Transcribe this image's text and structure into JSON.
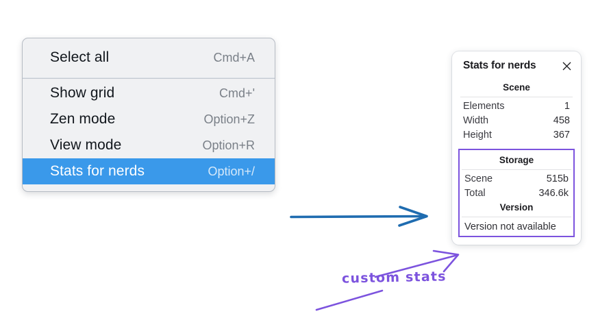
{
  "context_menu": {
    "name": "canvas-context-menu",
    "sections": [
      {
        "items": [
          {
            "label": "Select all",
            "shortcut": "Cmd+A",
            "selected": false
          }
        ]
      },
      {
        "items": [
          {
            "label": "Show grid",
            "shortcut": "Cmd+'",
            "selected": false
          },
          {
            "label": "Zen mode",
            "shortcut": "Option+Z",
            "selected": false
          },
          {
            "label": "View mode",
            "shortcut": "Option+R",
            "selected": false
          },
          {
            "label": "Stats for nerds",
            "shortcut": "Option+/",
            "selected": true
          }
        ]
      }
    ]
  },
  "stats_panel": {
    "title": "Stats for nerds",
    "close_icon": "close-icon",
    "groups": [
      {
        "heading": "Scene",
        "highlighted": false,
        "rows": [
          {
            "key": "Elements",
            "value": "1"
          },
          {
            "key": "Width",
            "value": "458"
          },
          {
            "key": "Height",
            "value": "367"
          }
        ]
      },
      {
        "heading": "Storage",
        "highlighted": true,
        "rows": [
          {
            "key": "Scene",
            "value": "515b"
          },
          {
            "key": "Total",
            "value": "346.6k"
          }
        ]
      },
      {
        "heading": "Version",
        "highlighted": true,
        "single_line": "Version not available"
      }
    ]
  },
  "annotations": {
    "handwriting_label": "custom stats",
    "blue_arrow_name": "blue-pointer-arrow",
    "purple_arrow_name": "purple-pointer-arrow",
    "purple_underline_name": "purple-underline-stroke"
  },
  "colors": {
    "menu_background": "#f0f1f3",
    "menu_border": "#b6bcc4",
    "selection_blue": "#3a99ea",
    "selection_text": "#ffffff",
    "shortcut_gray": "#7a8088",
    "panel_background": "#ffffff",
    "highlight_purple": "#7c53de",
    "annotation_blue": "#1f6cb0",
    "annotation_purple": "#7c53de"
  }
}
